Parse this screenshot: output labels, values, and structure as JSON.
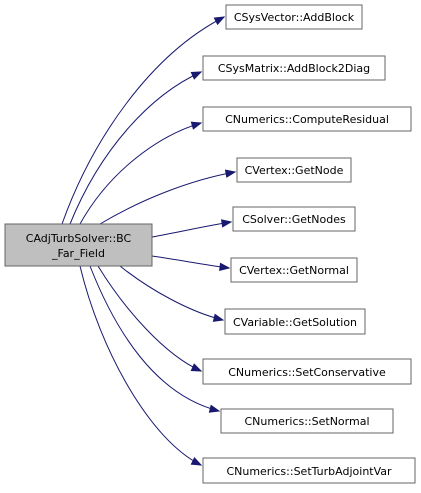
{
  "graph": {
    "root": {
      "lines": [
        "CAdjTurbSolver::BC",
        "_Far_Field"
      ]
    },
    "callees": [
      {
        "label": "CSysVector::AddBlock"
      },
      {
        "label": "CSysMatrix::AddBlock2Diag"
      },
      {
        "label": "CNumerics::ComputeResidual"
      },
      {
        "label": "CVertex::GetNode"
      },
      {
        "label": "CSolver::GetNodes"
      },
      {
        "label": "CVertex::GetNormal"
      },
      {
        "label": "CVariable::GetSolution"
      },
      {
        "label": "CNumerics::SetConservative"
      },
      {
        "label": "CNumerics::SetNormal"
      },
      {
        "label": "CNumerics::SetTurbAdjointVar"
      }
    ],
    "colors": {
      "edge": "#191970",
      "root_fill": "#bfbfbf",
      "box_stroke": "#666666"
    }
  }
}
